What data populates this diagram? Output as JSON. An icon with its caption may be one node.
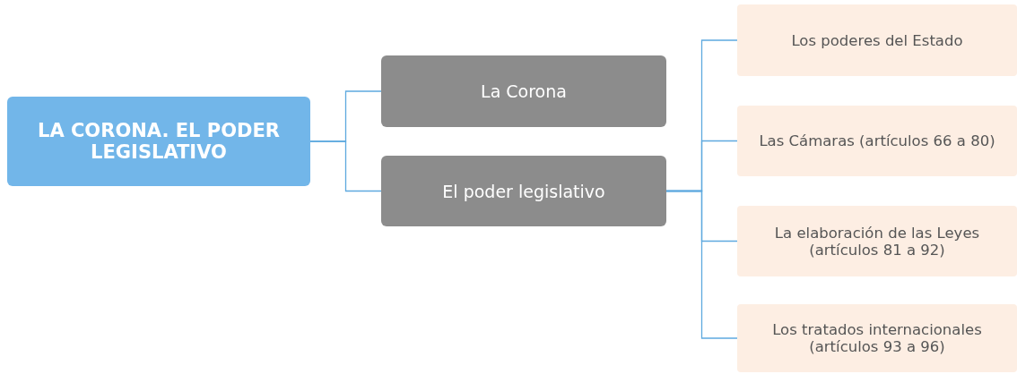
{
  "diagram": {
    "nodes": [
      {
        "text": [
          "LA CORONA. EL PODER LEGISLATIVO"
        ]
      },
      {
        "text": [
          "La Corona"
        ]
      },
      {
        "text": [
          "El poder legislativo"
        ]
      },
      {
        "text": [
          "Los poderes del Estado"
        ]
      },
      {
        "text": [
          "Las Cámaras (artículos 66 a 80)"
        ]
      },
      {
        "text": [
          "La elaboración de las Leyes (artículos 81 a 92)"
        ]
      },
      {
        "text": [
          "Los tratados internacionales (artículos 93 a 96)"
        ]
      }
    ],
    "edges": [
      {
        "from": 0,
        "to": 1,
        "arrow": "none"
      },
      {
        "from": 0,
        "to": 2,
        "arrow": "none"
      },
      {
        "from": 2,
        "to": 3,
        "arrow": "none"
      },
      {
        "from": 2,
        "to": 4,
        "arrow": "none"
      },
      {
        "from": 2,
        "to": 5,
        "arrow": "none"
      },
      {
        "from": 2,
        "to": 6,
        "arrow": "none"
      }
    ]
  }
}
